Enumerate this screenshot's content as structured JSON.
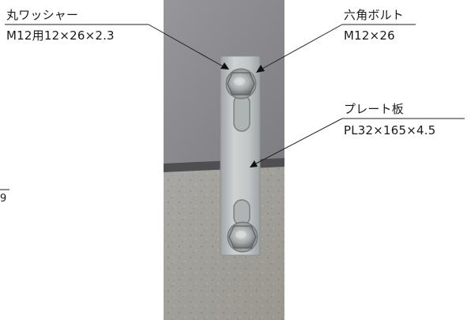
{
  "labels": {
    "washer": {
      "name": "丸ワッシャー",
      "spec": "M12用12×26×2.3"
    },
    "bolt": {
      "name": "六角ボルト",
      "spec": "M12×26"
    },
    "plate": {
      "name": "プレート板",
      "spec": "PL32×165×4.5"
    },
    "side_number": "9"
  },
  "colors": {
    "leader_line": "#222222",
    "wall_upper": "#8d8b8e",
    "wall_lower": "#a2a09c",
    "plate": "#bfc3c4"
  }
}
